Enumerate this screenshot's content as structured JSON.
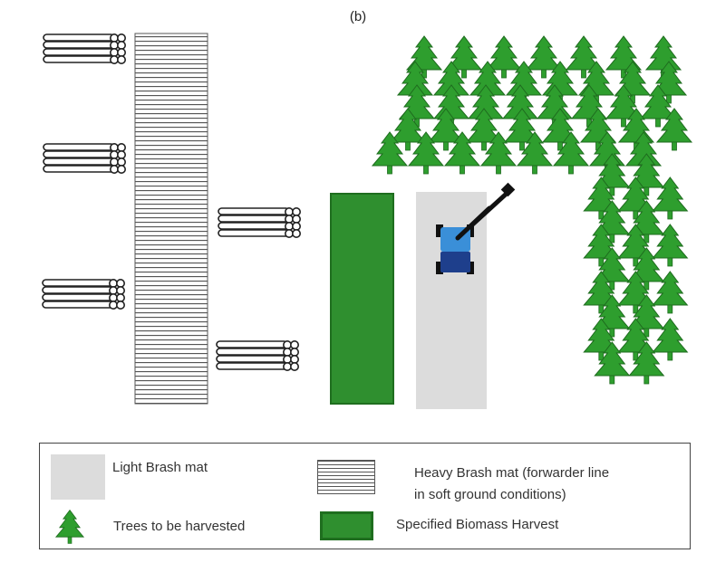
{
  "title": "(b)",
  "legend": {
    "light_brash": "Light Brash mat",
    "heavy_brash_line1": "Heavy Brash mat (forwarder line",
    "heavy_brash_line2": "in soft ground conditions)",
    "trees": "Trees to be harvested",
    "biomass": "Specified Biomass Harvest"
  },
  "colors": {
    "tree": "#2e9e2e",
    "tree_outline": "#1e6b1e",
    "biomass": "#2f8f2f",
    "light_brash": "#dcdcdc",
    "machine_cab": "#3a8fd8",
    "machine_body": "#1e3f8c"
  },
  "icons": [
    "log-stack-icon",
    "tree-icon",
    "forwarder-machine-icon"
  ]
}
